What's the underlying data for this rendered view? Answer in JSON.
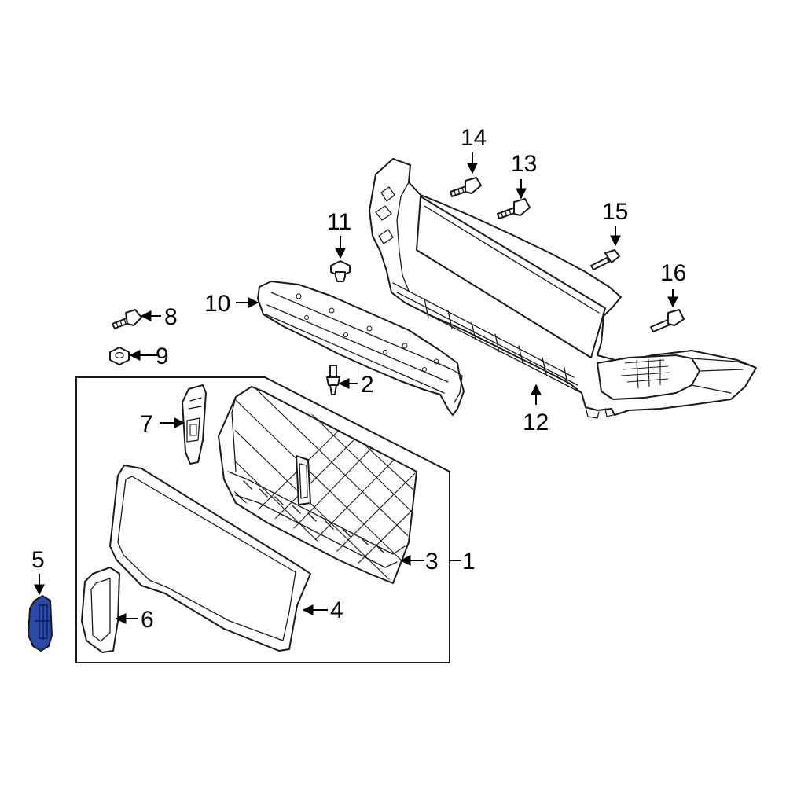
{
  "highlight_color": "#2b4aa8",
  "callouts": {
    "c1": "1",
    "c2": "2",
    "c3": "3",
    "c4": "4",
    "c5": "5",
    "c6": "6",
    "c7": "7",
    "c8": "8",
    "c9": "9",
    "c10": "10",
    "c11": "11",
    "c12": "12",
    "c13": "13",
    "c14": "14",
    "c15": "15",
    "c16": "16"
  }
}
